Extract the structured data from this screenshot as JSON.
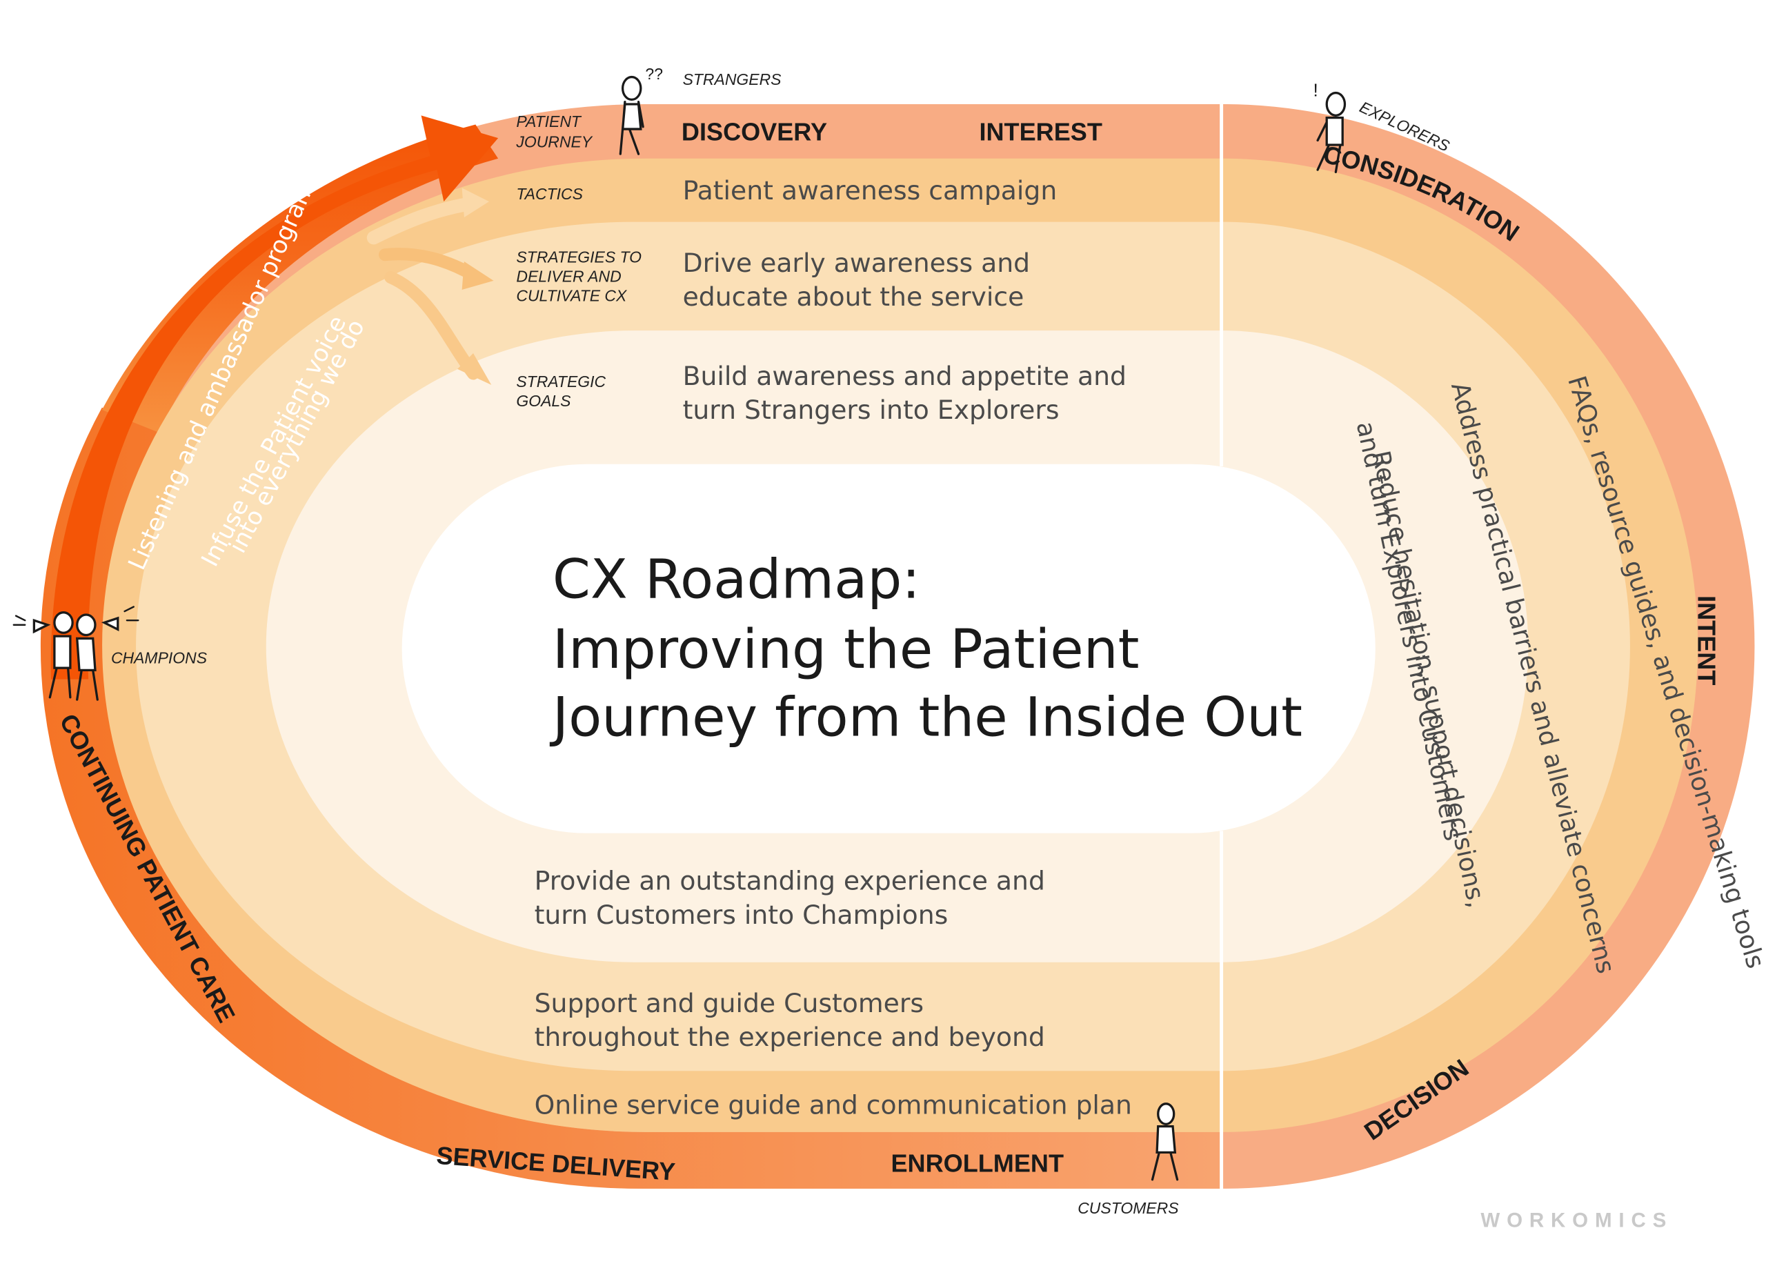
{
  "title": {
    "line1": "CX Roadmap:",
    "line2": "Improving the Patient",
    "line3": "Journey from the Inside Out"
  },
  "row_labels": {
    "patient_journey": [
      "PATIENT",
      "JOURNEY"
    ],
    "tactics": "TACTICS",
    "strategies": [
      "STRATEGIES TO",
      "DELIVER AND",
      "CULTIVATE CX"
    ],
    "strategic_goals": [
      "STRATEGIC",
      "GOALS"
    ]
  },
  "stages": {
    "discovery": "DISCOVERY",
    "interest": "INTEREST",
    "consideration": "CONSIDERATION",
    "intent": "INTENT",
    "decision": "DECISION",
    "enrollment": "ENROLLMENT",
    "service_delivery": "SERVICE DELIVERY",
    "continuing_care": "CONTINUING PATIENT CARE"
  },
  "personas": {
    "strangers": "STRANGERS",
    "explorers": "EXPLORERS",
    "customers": "CUSTOMERS",
    "champions": "CHAMPIONS"
  },
  "top": {
    "tactic": "Patient awareness campaign",
    "strategy": [
      "Drive early awareness and",
      "educate about the service"
    ],
    "goal": [
      "Build awareness and appetite and",
      "turn Strangers into Explorers"
    ]
  },
  "right": {
    "tactic": "FAQs, resource guides, and decision-making tools",
    "strategy": "Address practical barriers and alleviate concerns",
    "goal": [
      "Reduce hesitation, support decisions,",
      "and turn Explorers into Customers"
    ]
  },
  "bottom": {
    "goal": [
      "Provide an outstanding experience and",
      "turn Customers into Champions"
    ],
    "strategy": [
      "Support and guide Customers",
      "throughout the experience and beyond"
    ],
    "tactic": "Online service guide and communication plan"
  },
  "left": {
    "tactic": "Listening and ambassador programs",
    "strategy": [
      "Infuse the Patient voice",
      "into everything we do"
    ]
  },
  "brand": "WORKOMICS",
  "colors": {
    "band_journey": "#f8ac84",
    "band_tactics": "#f9cb8d",
    "band_strategy": "#fbe0b7",
    "band_goals": "#fdf2e3",
    "big_arrow": "#f45b0a",
    "text_dark": "#4a4a4a"
  }
}
